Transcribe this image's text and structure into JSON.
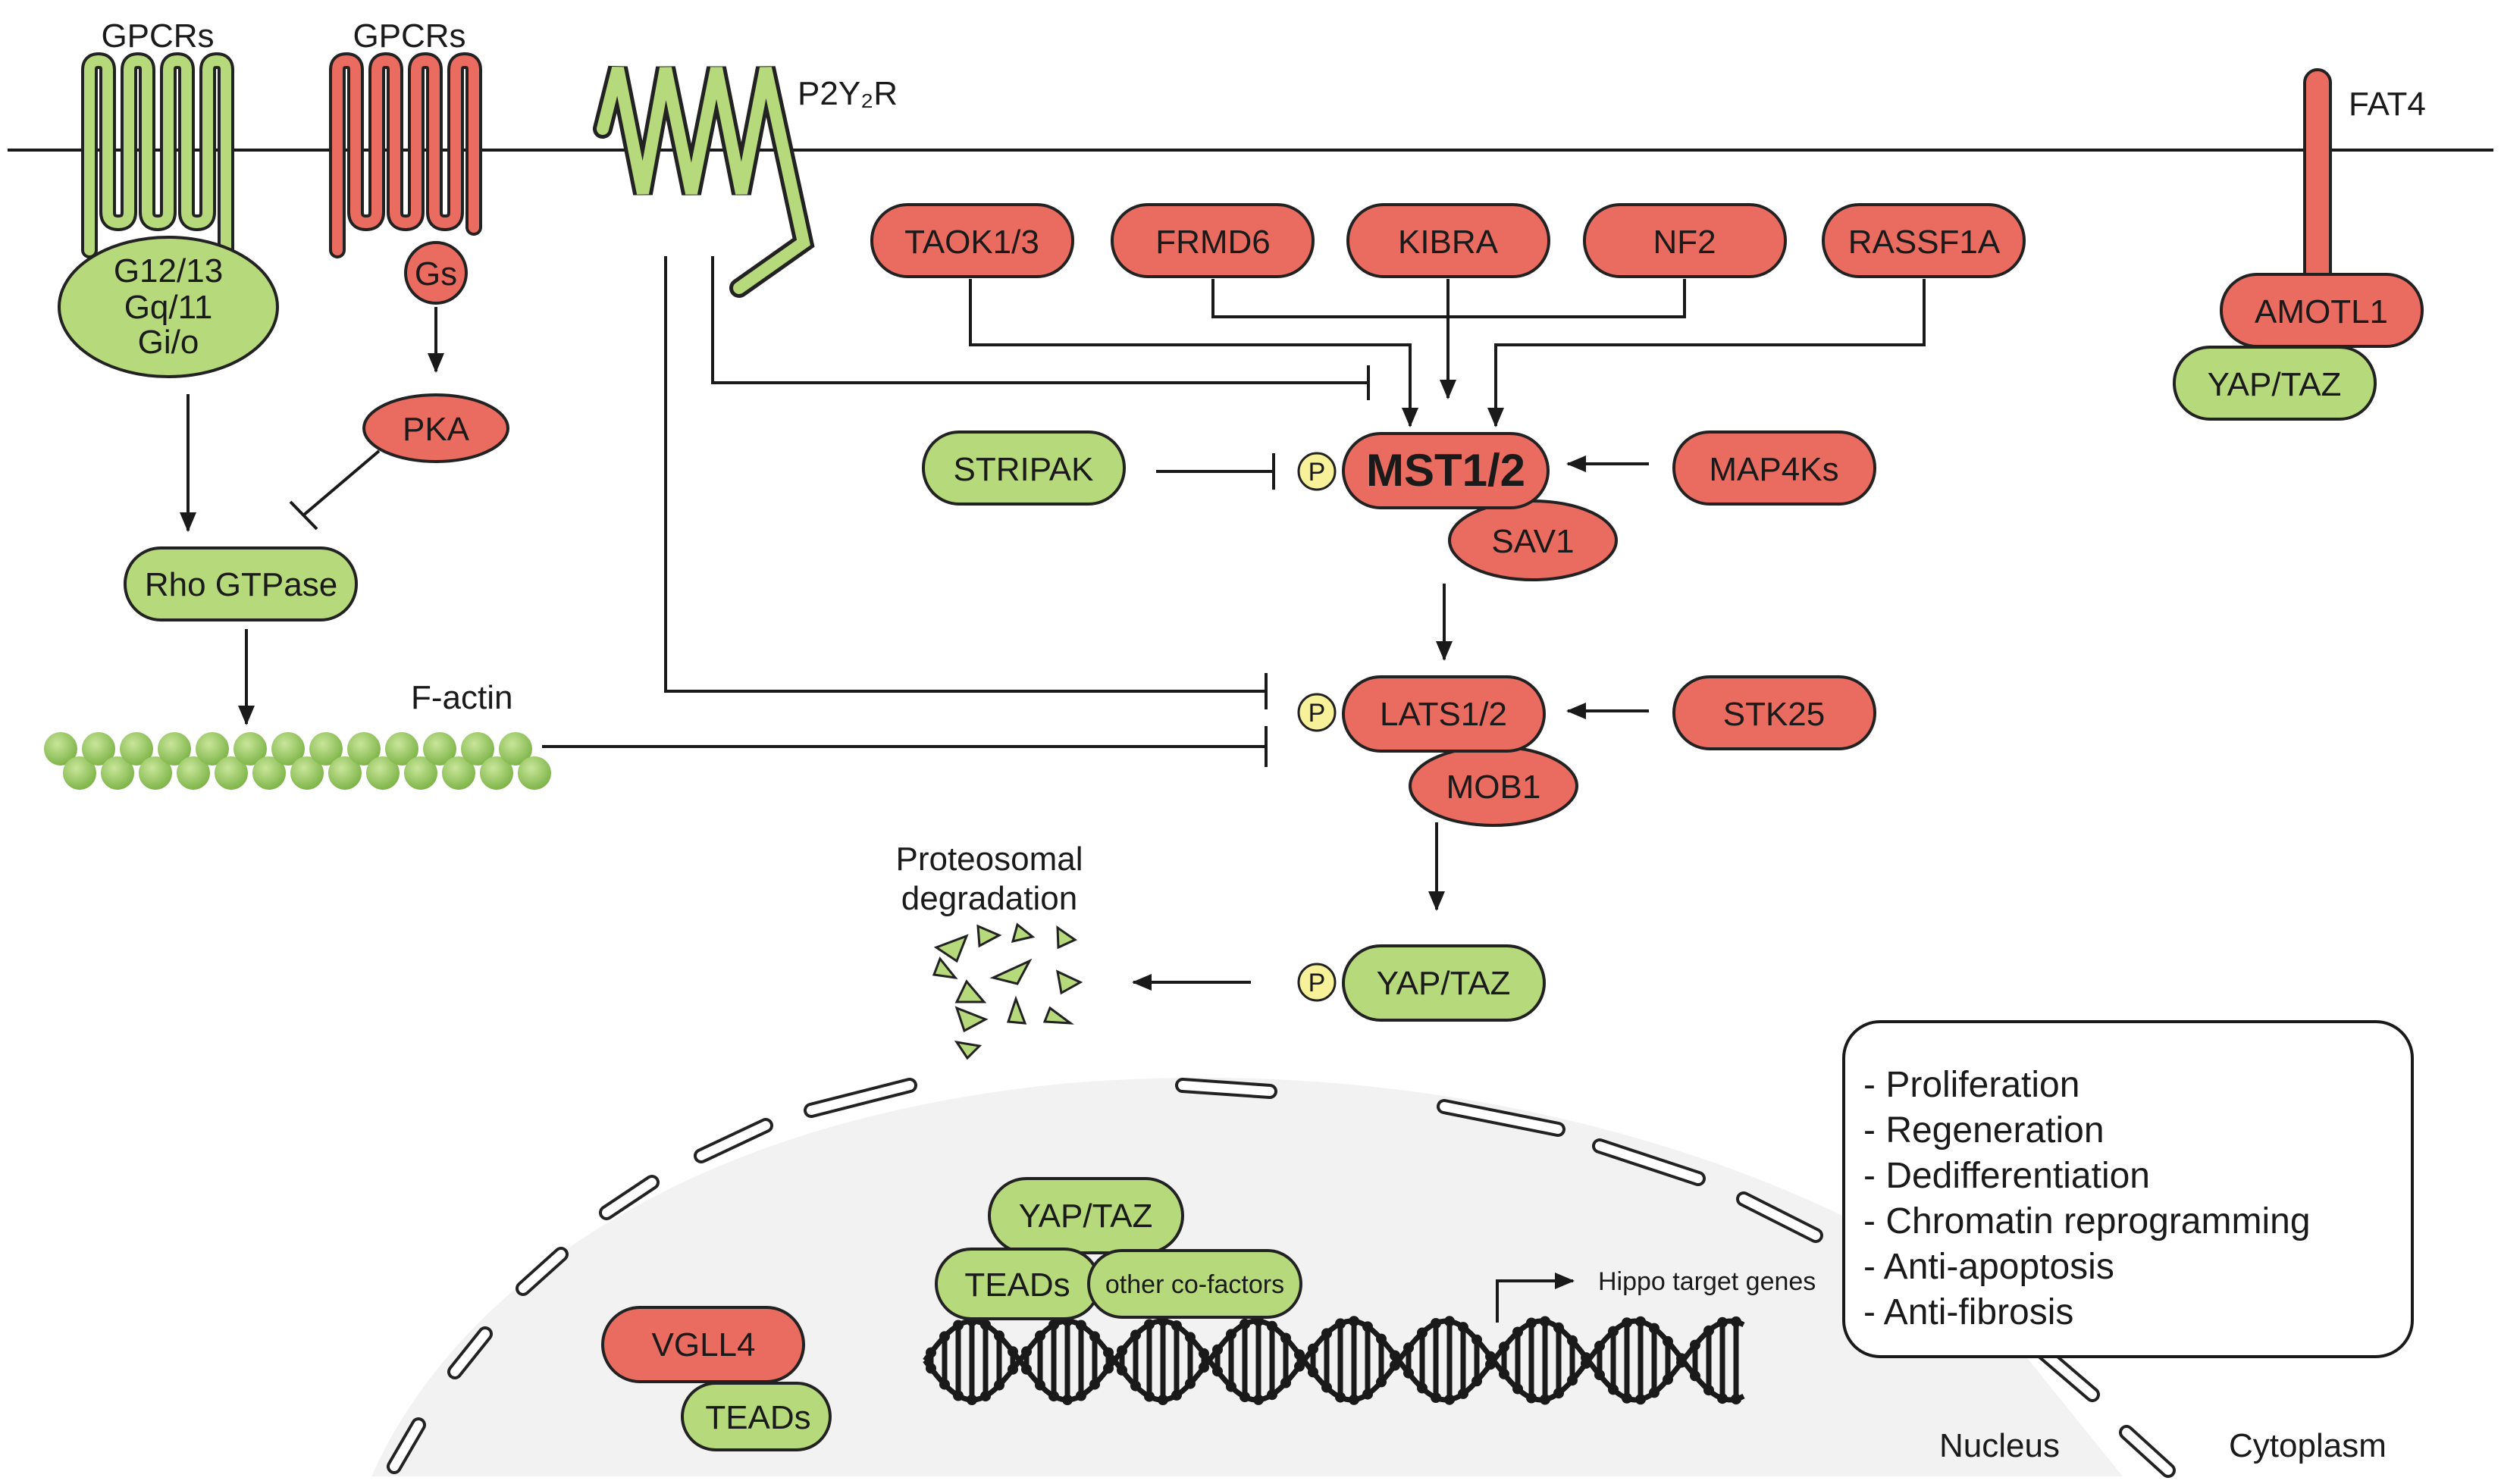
{
  "colors": {
    "inhibitor_red": "#ea6b5f",
    "activator_green": "#b5d97b",
    "nucleus_fill": "#f2f2f2",
    "outline": "#222222"
  },
  "membrane": {
    "receptors": {
      "gpcr_green_label": "GPCRs",
      "gpcr_red_label": "GPCRs",
      "p2y2r_label": "P2Y₂R",
      "fat4_label": "FAT4"
    }
  },
  "nodes": {
    "g_proteins": [
      "G12/13",
      "Gq/11",
      "Gi/o"
    ],
    "gs": "Gs",
    "pka": "PKA",
    "rho": "Rho GTPase",
    "factin": "F-actin",
    "taok": "TAOK1/3",
    "frmd6": "FRMD6",
    "kibra": "KIBRA",
    "nf2": "NF2",
    "rassf1a": "RASSF1A",
    "amotl1": "AMOTL1",
    "yaptaz_fat4": "YAP/TAZ",
    "stripak": "STRIPAK",
    "mst": "MST1/2",
    "map4ks": "MAP4Ks",
    "sav1": "SAV1",
    "lats": "LATS1/2",
    "stk25": "STK25",
    "mob1": "MOB1",
    "yaptaz_p": "YAP/TAZ",
    "phospho": "P",
    "degradation": [
      "Proteosomal",
      "degradation"
    ],
    "yaptaz_nuc": "YAP/TAZ",
    "teads_nuc": "TEADs",
    "cofactors": "other co-factors",
    "hippo_genes": "Hippo target genes",
    "vgll4": "VGLL4",
    "teads_vgll": "TEADs"
  },
  "outcomes": [
    "- Proliferation",
    "- Regeneration",
    "- Dedifferentiation",
    "- Chromatin reprogramming",
    "- Anti-apoptosis",
    "- Anti-fibrosis"
  ],
  "compartments": {
    "nucleus": "Nucleus",
    "cytoplasm": "Cytoplasm"
  }
}
